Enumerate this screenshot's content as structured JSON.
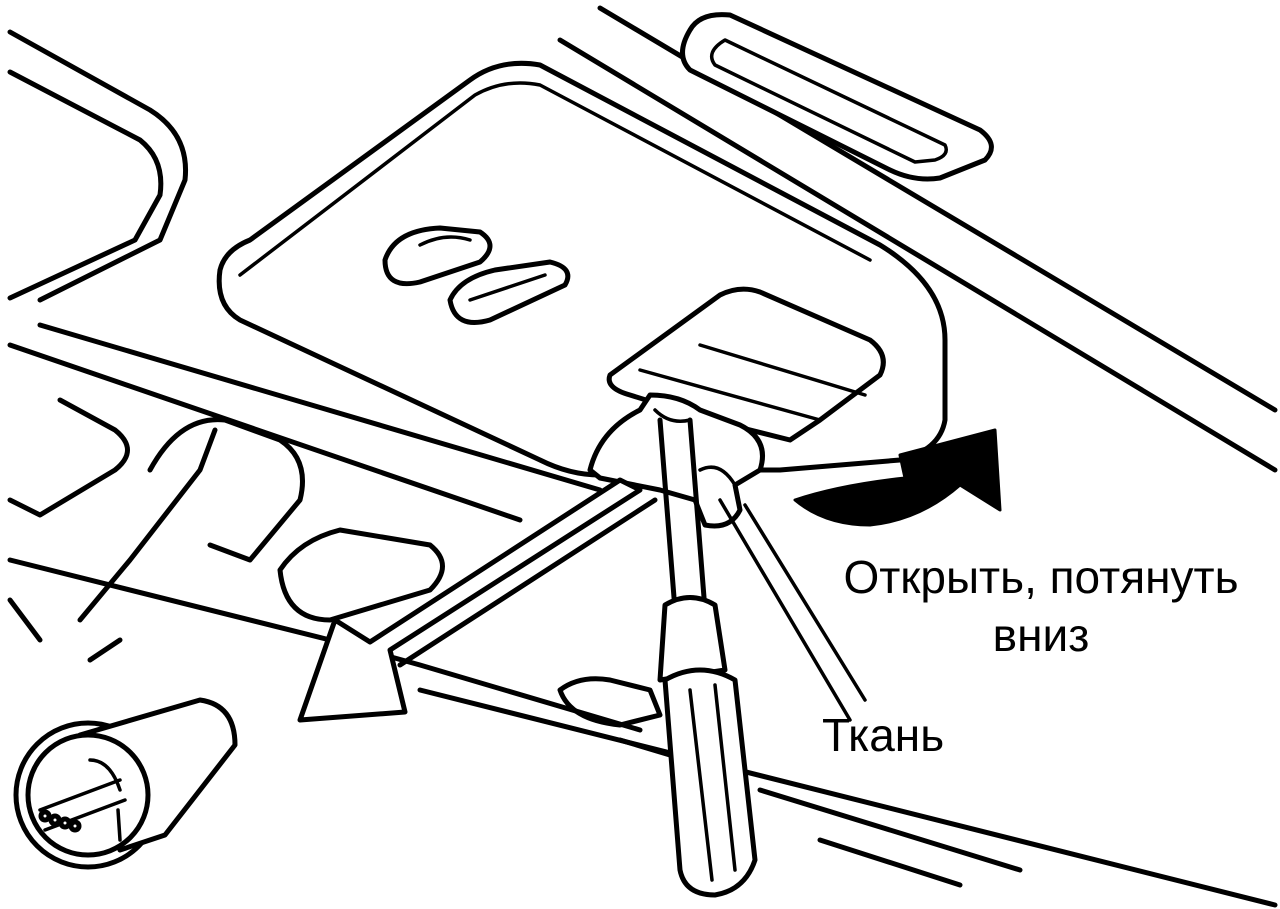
{
  "labels": {
    "open_line1": "Открыть,  потянуть",
    "open_line2": "вниз",
    "cloth": "Ткань"
  }
}
